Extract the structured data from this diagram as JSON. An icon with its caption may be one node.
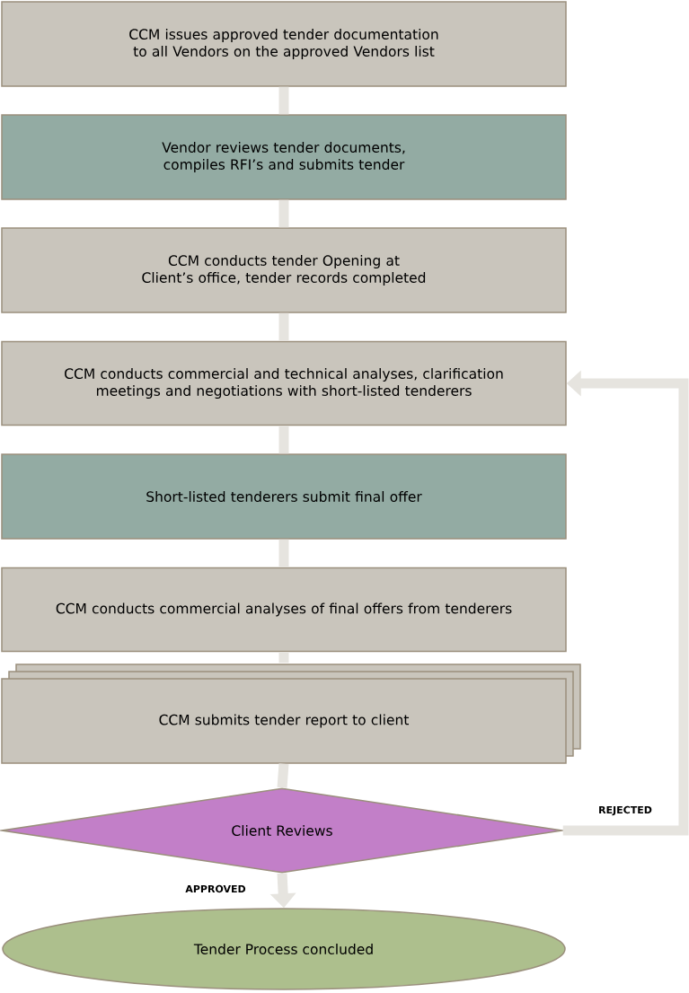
{
  "diagram": {
    "nodes": [
      {
        "text": [
          "CCM issues approved tender documentation to all Vendors on the approved Vendors list"
        ]
      },
      {
        "text": [
          "Vendor reviews tender documents, compiles RFI’s and submits tender"
        ]
      },
      {
        "text": [
          "CCM conducts tender Opening at Client’s office, tender records completed"
        ]
      },
      {
        "text": [
          "CCM conducts commercial and technical analyses, clarification meetings and negotiations with short-listed tenderers"
        ]
      },
      {
        "text": [
          "Short-listed tenderers submit final offer"
        ]
      },
      {
        "text": [
          "CCM conducts commercial analyses of final offers from tenderers"
        ]
      },
      {
        "text": [
          "CCM submits tender report to client"
        ]
      },
      {
        "text": [
          "Client Reviews"
        ]
      },
      {
        "text": [
          "Tender Process concluded"
        ]
      }
    ],
    "edges": [
      {
        "from": 0,
        "to": 1,
        "arrow": "none"
      },
      {
        "from": 1,
        "to": 2,
        "arrow": "none"
      },
      {
        "from": 2,
        "to": 3,
        "arrow": "none"
      },
      {
        "from": 3,
        "to": 4,
        "arrow": "none"
      },
      {
        "from": 4,
        "to": 5,
        "arrow": "none"
      },
      {
        "from": 5,
        "to": 6,
        "arrow": "none"
      },
      {
        "from": 6,
        "to": 7,
        "arrow": "none"
      },
      {
        "from": 7,
        "to": 8,
        "arrow": "to",
        "label": "APPROVED"
      },
      {
        "from": 7,
        "to": 3,
        "arrow": "to",
        "label": "REJECTED"
      }
    ]
  }
}
